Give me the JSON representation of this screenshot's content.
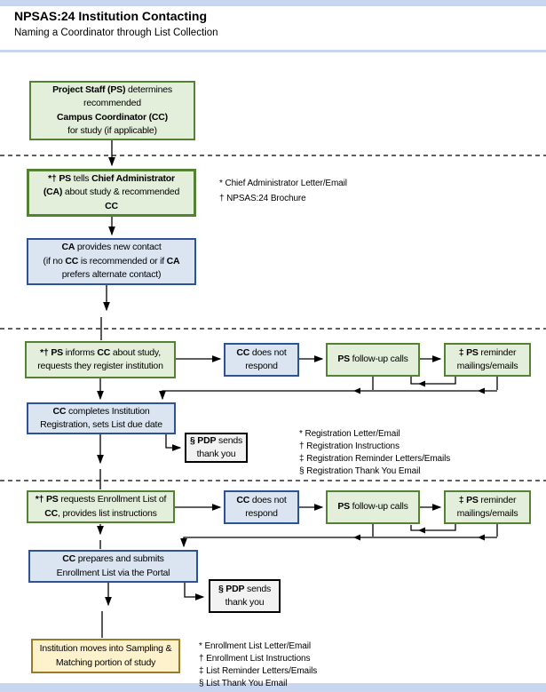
{
  "header": {
    "title": "NPSAS:24 Institution Contacting",
    "subtitle": "Naming a Coordinator through List Collection"
  },
  "colors": {
    "green_fill": "#e3efda",
    "green_border": "#548235",
    "blue_fill": "#dbe5f1",
    "blue_border": "#2e5395",
    "gray_fill": "#f2f2f2",
    "gray_border": "#000000",
    "gold_fill": "#fdf2cc",
    "gold_border": "#9c7b26",
    "page_band": "#c9d6f0",
    "connector": "#000000"
  },
  "boxes": {
    "b1": {
      "style": "green",
      "lines": [
        [
          [
            "Project Staff (PS)",
            true
          ],
          [
            " determines",
            false
          ]
        ],
        [
          [
            "recommended",
            false
          ]
        ],
        [
          [
            "Campus Coordinator (CC)",
            true
          ]
        ],
        [
          [
            "for study (if applicable)",
            false
          ]
        ]
      ]
    },
    "b2": {
      "style": "green",
      "lines": [
        [
          [
            "*† PS",
            true
          ],
          [
            " tells ",
            false
          ],
          [
            "Chief Administrator",
            true
          ]
        ],
        [
          [
            "(CA)",
            true
          ],
          [
            " about study & recommended",
            false
          ]
        ],
        [
          [
            "CC",
            true
          ]
        ]
      ]
    },
    "b3": {
      "style": "blue",
      "lines": [
        [
          [
            "CA",
            true
          ],
          [
            " provides new contact",
            false
          ]
        ],
        [
          [
            "(if no ",
            false
          ],
          [
            "CC",
            true
          ],
          [
            " is recommended or if ",
            false
          ],
          [
            "CA",
            true
          ]
        ],
        [
          [
            "prefers alternate contact)",
            false
          ]
        ]
      ]
    },
    "b4": {
      "style": "green",
      "lines": [
        [
          [
            "*†  PS",
            true
          ],
          [
            " informs ",
            false
          ],
          [
            "CC",
            true
          ],
          [
            " about study,",
            false
          ]
        ],
        [
          [
            "requests they register institution",
            false
          ]
        ]
      ]
    },
    "b5": {
      "style": "blue",
      "lines": [
        [
          [
            "CC",
            true
          ],
          [
            " does not",
            false
          ]
        ],
        [
          [
            "respond",
            false
          ]
        ]
      ]
    },
    "b6": {
      "style": "green",
      "lines": [
        [
          [
            "PS",
            true
          ],
          [
            " follow-up calls",
            false
          ]
        ]
      ]
    },
    "b7": {
      "style": "green",
      "lines": [
        [
          [
            "‡ PS",
            true
          ],
          [
            " reminder",
            false
          ]
        ],
        [
          [
            "mailings/emails",
            false
          ]
        ]
      ]
    },
    "b8": {
      "style": "blue",
      "lines": [
        [
          [
            "CC",
            true
          ],
          [
            " completes Institution",
            false
          ]
        ],
        [
          [
            "Registration, sets List due date",
            false
          ]
        ]
      ]
    },
    "b9": {
      "style": "gray",
      "lines": [
        [
          [
            "§ PDP",
            true
          ],
          [
            " sends",
            false
          ]
        ],
        [
          [
            "thank you",
            false
          ]
        ]
      ]
    },
    "b10": {
      "style": "green",
      "lines": [
        [
          [
            "*† PS",
            true
          ],
          [
            " requests Enrollment List of",
            false
          ]
        ],
        [
          [
            "CC",
            true
          ],
          [
            ", provides list instructions",
            false
          ]
        ]
      ]
    },
    "b11": {
      "style": "blue",
      "lines": [
        [
          [
            "CC",
            true
          ],
          [
            " does not",
            false
          ]
        ],
        [
          [
            "respond",
            false
          ]
        ]
      ]
    },
    "b12": {
      "style": "green",
      "lines": [
        [
          [
            "PS",
            true
          ],
          [
            " follow-up calls",
            false
          ]
        ]
      ]
    },
    "b13": {
      "style": "green",
      "lines": [
        [
          [
            "‡ PS",
            true
          ],
          [
            " reminder",
            false
          ]
        ],
        [
          [
            "mailings/emails",
            false
          ]
        ]
      ]
    },
    "b14": {
      "style": "blue",
      "lines": [
        [
          [
            "CC",
            true
          ],
          [
            " prepares and submits",
            false
          ]
        ],
        [
          [
            "Enrollment List via the Portal",
            false
          ]
        ]
      ]
    },
    "b15": {
      "style": "gray",
      "lines": [
        [
          [
            "§ PDP",
            true
          ],
          [
            " sends",
            false
          ]
        ],
        [
          [
            "thank you",
            false
          ]
        ]
      ]
    },
    "b16": {
      "style": "gold",
      "lines": [
        [
          [
            "Institution moves into Sampling &",
            false
          ]
        ],
        [
          [
            "Matching portion of study",
            false
          ]
        ]
      ]
    }
  },
  "footnotes": {
    "fn1": [
      "* Chief Administrator Letter/Email",
      "† NPSAS:24 Brochure"
    ],
    "fn2": [
      "* Registration Letter/Email",
      "† Registration Instructions",
      "‡ Registration Reminder Letters/Emails",
      "§ Registration Thank You Email"
    ],
    "fn3": [
      "* Enrollment List Letter/Email",
      "† Enrollment List Instructions",
      "‡ List Reminder Letters/Emails",
      "§ List Thank You Email"
    ]
  }
}
